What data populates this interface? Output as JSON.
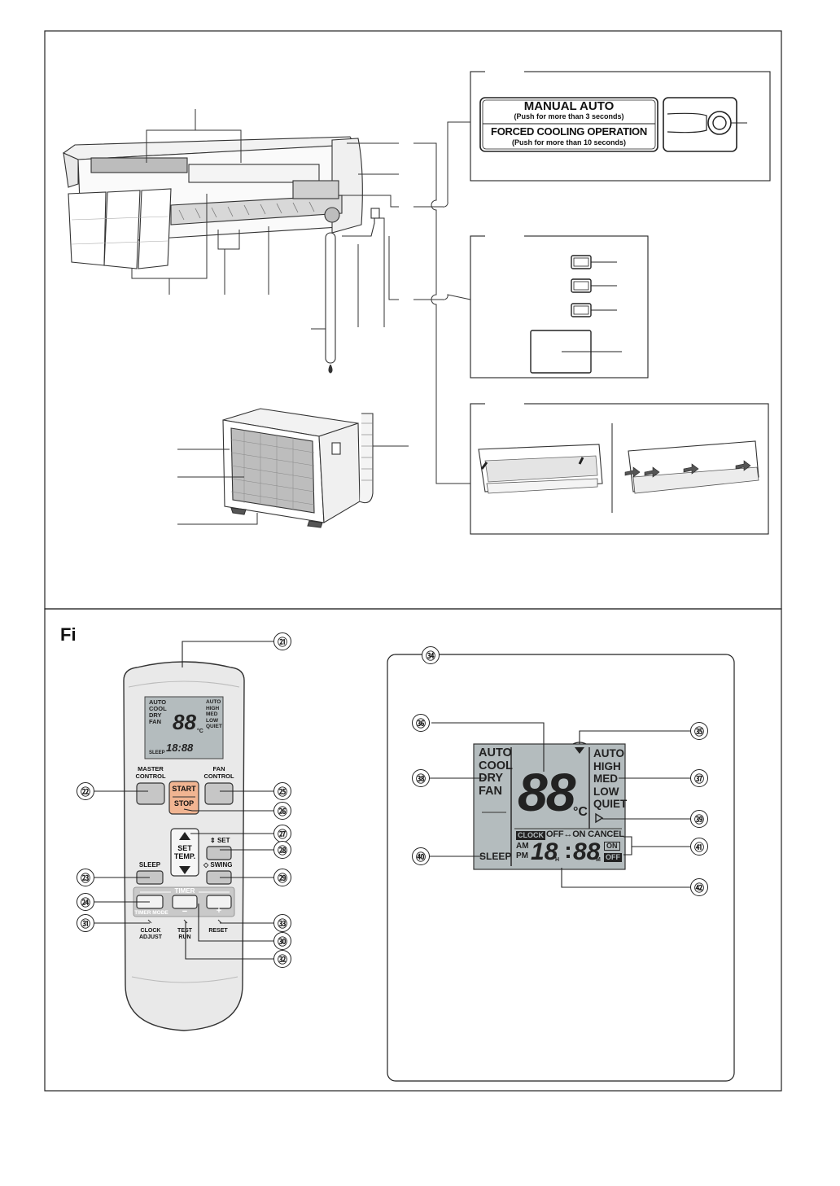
{
  "fig_label": "Fi",
  "manual_panel": {
    "line1": "MANUAL AUTO",
    "line2": "(Push for more than 3 seconds)",
    "line3": "FORCED COOLING OPERATION",
    "line4": "(Push for more than 10 seconds)"
  },
  "remote": {
    "master_control": [
      "MASTER",
      "CONTROL"
    ],
    "fan_control": [
      "FAN",
      "CONTROL"
    ],
    "start": "START",
    "stop": "STOP",
    "set_temp": [
      "SET",
      "TEMP."
    ],
    "set": "SET",
    "sleep": "SLEEP",
    "swing": "SWING",
    "timer": "TIMER",
    "timer_mode": "TIMER MODE",
    "minus": "−",
    "plus": "+",
    "clock_adjust": [
      "CLOCK",
      "ADJUST"
    ],
    "test_run": [
      "TEST",
      "RUN"
    ],
    "reset": "RESET"
  },
  "lcd": {
    "modes": [
      "AUTO",
      "COOL",
      "DRY",
      "FAN"
    ],
    "fan_speeds": [
      "AUTO",
      "HIGH",
      "MED",
      "LOW",
      "QUIET"
    ],
    "temp_digits": "88",
    "temp_unit": "°C",
    "sleep": "SLEEP",
    "clock_badge": "CLOCK",
    "timer_status": "OFF↔ON CANCEL",
    "on_badge": "ON",
    "off_badge": "OFF",
    "am": "AM",
    "pm": "PM",
    "time_hours": "18",
    "time_minutes": "88",
    "h_mark": "H",
    "m_mark": "M"
  },
  "callouts": {
    "c21": "㉑",
    "c22": "㉒",
    "c23": "㉓",
    "c24": "㉔",
    "c25": "㉕",
    "c26": "㉖",
    "c27": "㉗",
    "c28": "㉘",
    "c29": "㉙",
    "c30": "㉚",
    "c31": "㉛",
    "c32": "㉜",
    "c33": "㉝",
    "c34": "㉞",
    "c35": "㉟",
    "c36": "㊱",
    "c37": "㊲",
    "c38": "㊳",
    "c39": "㊴",
    "c40": "㊵",
    "c41": "㊶",
    "c42": "㊷"
  },
  "colors": {
    "lcd_bg": "#b4bcbe",
    "start_stop": "#f1b592",
    "remote_body": "#e9e9e9",
    "timer_band": "#c9c9c9"
  }
}
